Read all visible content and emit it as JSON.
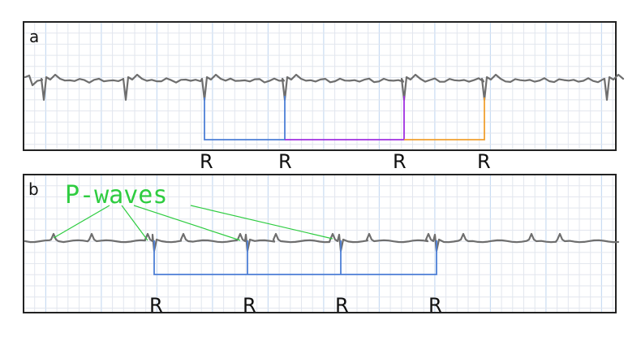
{
  "panels": {
    "a": {
      "letter": "a",
      "r_labels": [
        "R",
        "R",
        "R",
        "R"
      ]
    },
    "b": {
      "letter": "b",
      "annotation": "P-waves",
      "r_labels": [
        "R",
        "R",
        "R",
        "R"
      ]
    }
  },
  "colors": {
    "trace": "#6e6e6e",
    "rr_blue": "#4d7fd6",
    "rr_purple": "#a030e0",
    "rr_orange": "#f0a030",
    "pwave_green": "#2ecc40",
    "grid_major": "#c9dcf3",
    "grid_minor": "#e2e6ee"
  }
}
